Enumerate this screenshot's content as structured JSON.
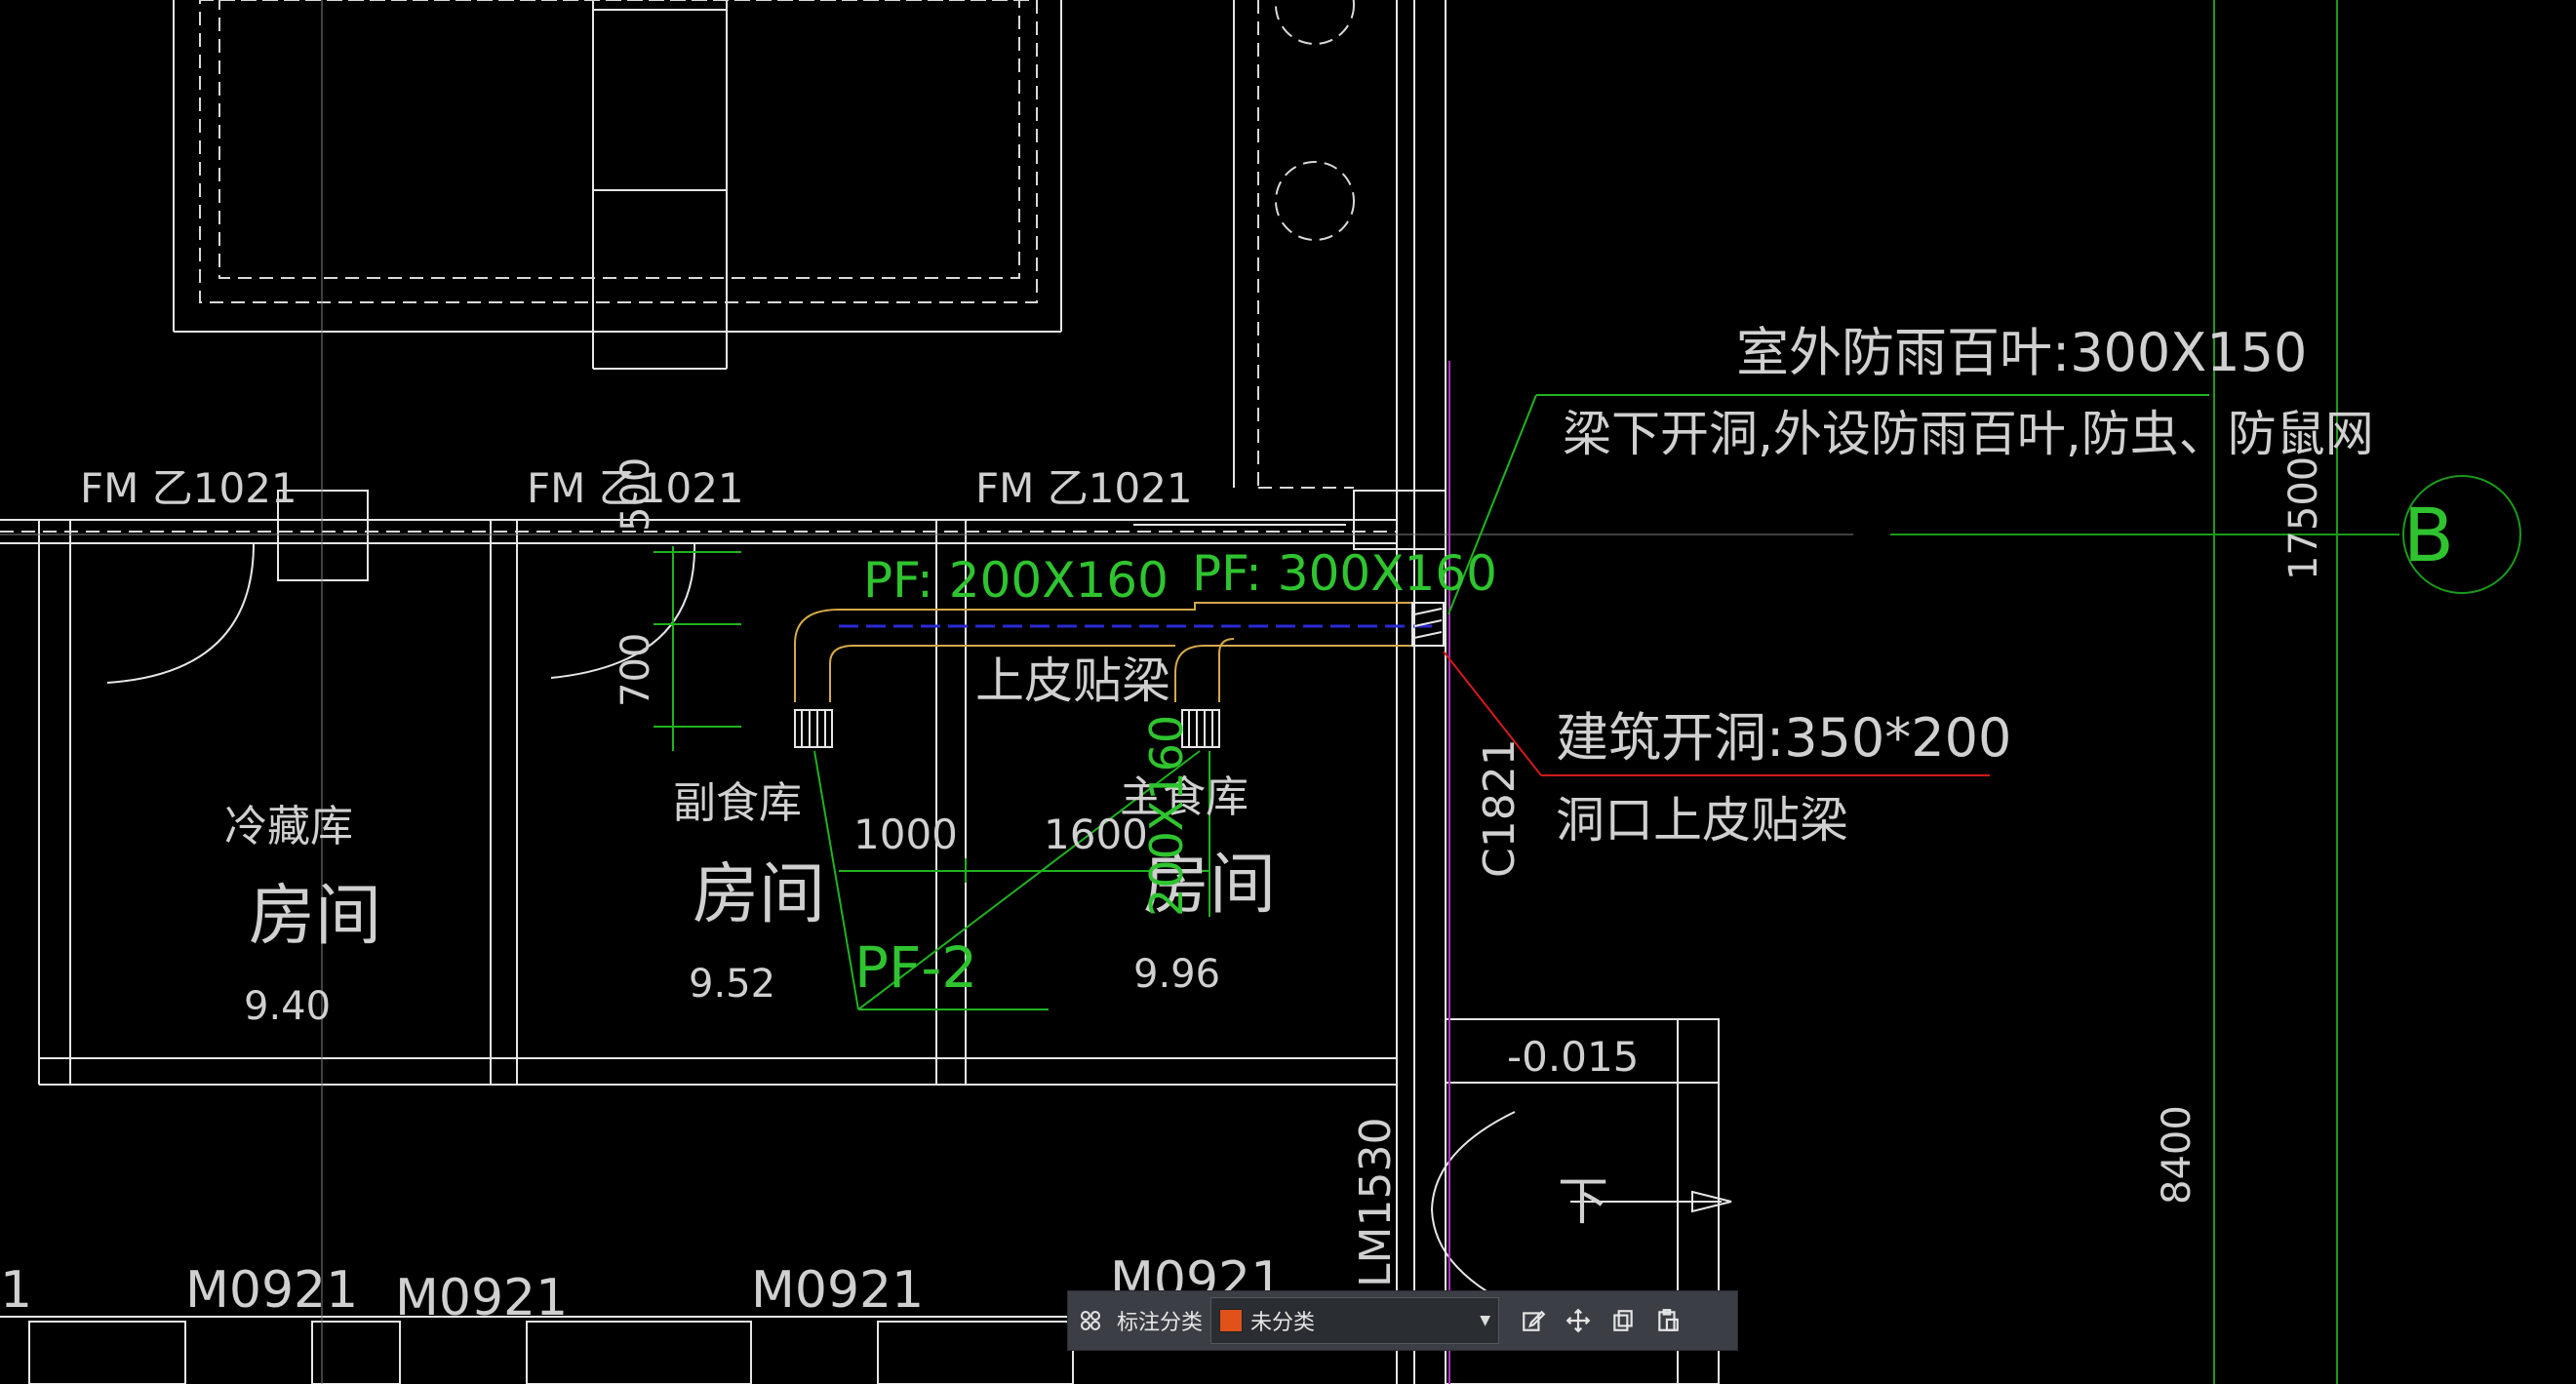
{
  "drawing": {
    "door_labels_top": [
      "FM 乙1021",
      "FM 乙1021",
      "FM 乙1021"
    ],
    "door_labels_bottom": [
      "1",
      "M0921",
      "M0921",
      "M0921",
      "M0921"
    ],
    "rooms": [
      {
        "name": "冷藏库",
        "type": "房间",
        "area": "9.40"
      },
      {
        "name": "副食库",
        "type": "房间",
        "area": "9.52"
      },
      {
        "name": "主食库",
        "type": "房间",
        "area": "9.96"
      }
    ],
    "duct_labels": [
      "PF: 200X160",
      "PF: 300X160",
      "200X160"
    ],
    "beam_note": "上皮贴梁",
    "fan_label": "PF-2",
    "dims": {
      "d500": "500",
      "d700": "700",
      "d1000": "1000",
      "d1600": "1600",
      "d17500": "17500",
      "d8400": "8400"
    },
    "louver_note_1": "室外防雨百叶:300X150",
    "louver_note_2": "梁下开洞,外设防雨百叶,防虫、防鼠网",
    "opening_note_1": "建筑开洞:350*200",
    "opening_note_2": "洞口上皮贴梁",
    "window_label": "C1821",
    "door_label_side": "LM1530",
    "elevation": "-0.015",
    "stair_down": "下",
    "grid_axis": "B",
    "colors": {
      "bg": "#000000",
      "line": "#e8e8e8",
      "green": "#1fb31f",
      "annot": "#3ad23a",
      "red": "#d41a1a",
      "magenta": "#b030c0",
      "duct": "#d4a84a",
      "blue": "#2a2ad4"
    }
  },
  "toolbar": {
    "grid_icon": "grid-icon",
    "category_label": "标注分类",
    "category_value": "未分类",
    "category_color": "#e0521a",
    "icons": [
      "edit-icon",
      "move-icon",
      "copy-icon",
      "paste-icon"
    ]
  }
}
